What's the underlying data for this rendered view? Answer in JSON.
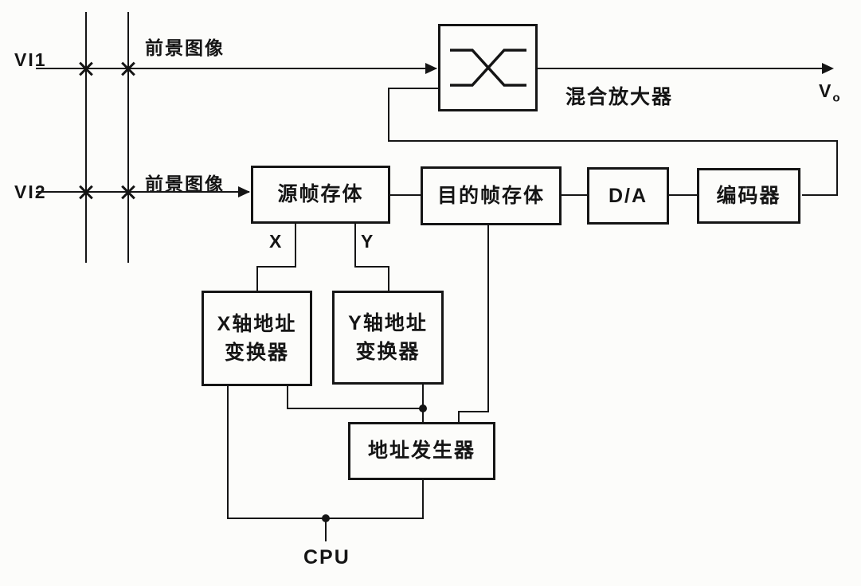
{
  "colors": {
    "ink": "#151515",
    "background": "#fcfcfa"
  },
  "labels": {
    "vi1": "VI1",
    "vi2": "VI2",
    "foreground1": "前景图像",
    "foreground2": "前景图像",
    "mixer_amp": "混合放大器",
    "vo_base": "V",
    "vo_sub": "o",
    "x_out": "X",
    "y_out": "Y",
    "cpu": "CPU"
  },
  "boxes": {
    "source_frame": "源帧存体",
    "dest_frame": "目的帧存体",
    "dac": "D/A",
    "encoder": "编码器",
    "x_addr_conv": "X轴地址\n变换器",
    "y_addr_conv": "Y轴地址\n变换器",
    "addr_gen": "地址发生器"
  },
  "icons": {
    "mixer_crossover": "crossover-switch-icon"
  }
}
